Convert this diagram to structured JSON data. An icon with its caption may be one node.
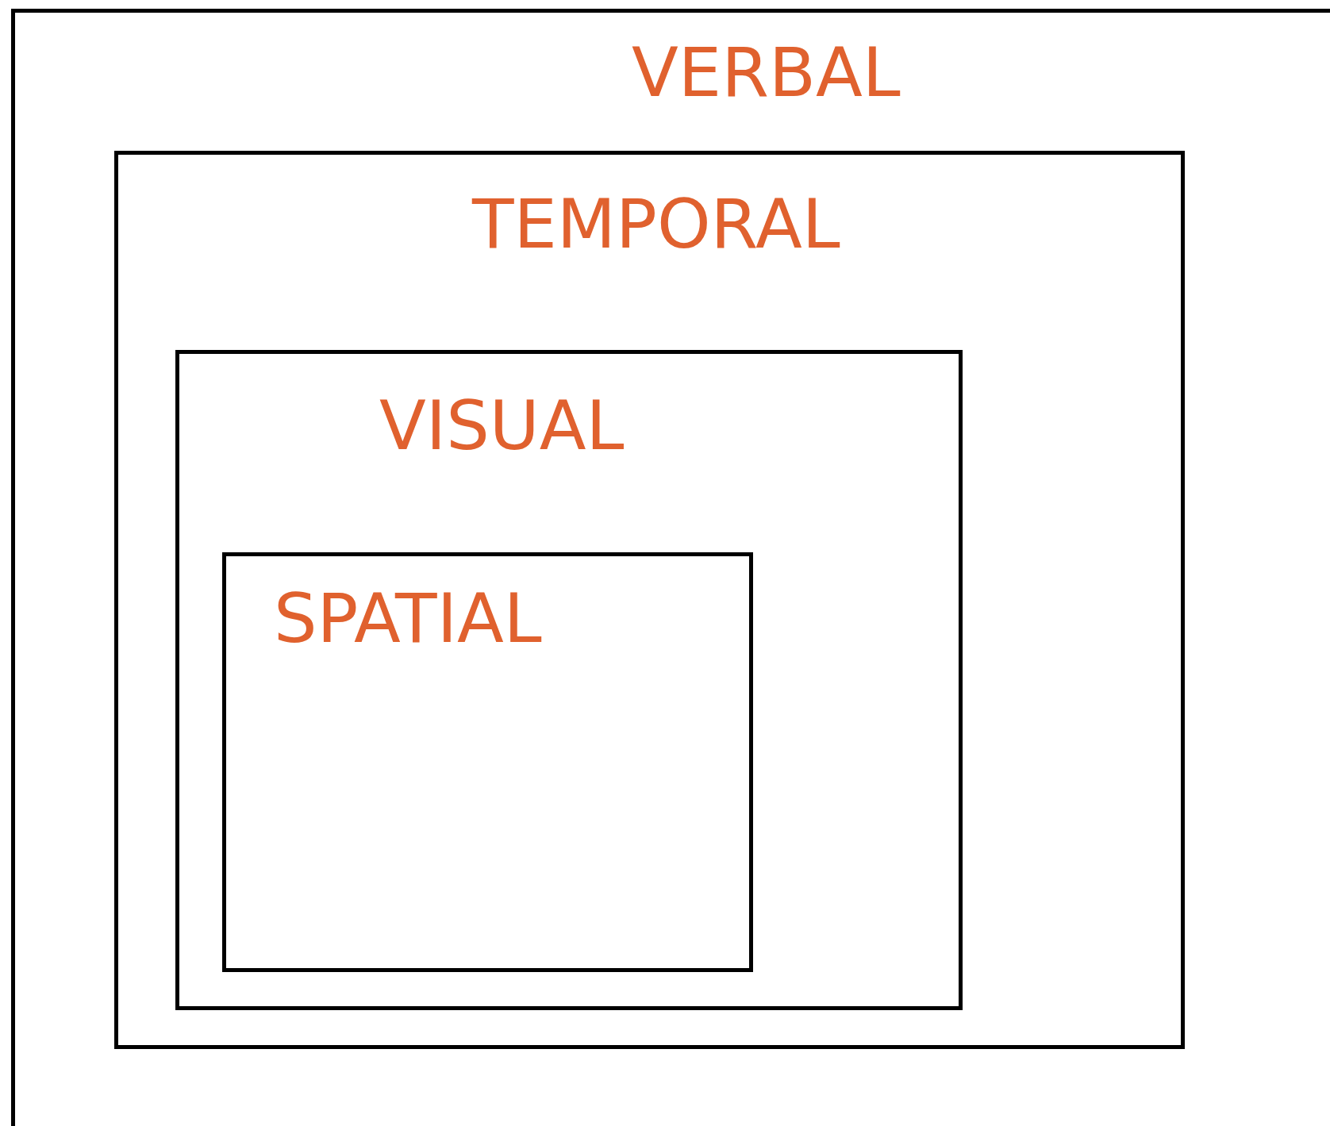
{
  "diagram": {
    "nodes": [
      {
        "text": [
          "VERBAL"
        ]
      },
      {
        "text": [
          "TEMPORAL"
        ],
        "in": 0
      },
      {
        "text": [
          "VISUAL"
        ],
        "in": 1
      },
      {
        "text": [
          "SPATIAL"
        ],
        "in": 2
      }
    ]
  }
}
